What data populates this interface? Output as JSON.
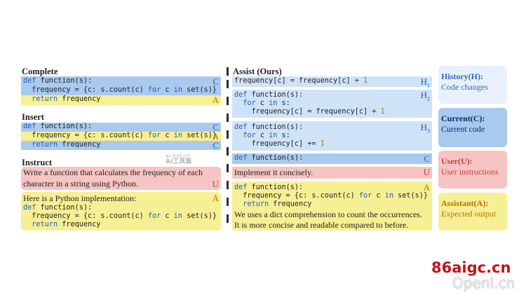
{
  "sections": {
    "complete": "Complete",
    "insert": "Insert",
    "instruct": "Instruct",
    "assist": "Assist (Ours)"
  },
  "complete": {
    "c_code_1": "def function(s):",
    "c_code_2": "  frequency = {c: s.count(c) for c in set(s)}",
    "c_tag": "C",
    "a_code": "  return frequency",
    "a_tag": "A"
  },
  "insert": {
    "c_code_1": "def function(s):",
    "c_tag_1": "C",
    "a_code": "  frequency = {c: s.count(c) for c in set(s)}",
    "a_tag": "A",
    "c_code_2": "  return frequency",
    "c_tag_2": "C"
  },
  "instruct": {
    "user_text": "Write a function that calculates the frequency of each character in a string using Python.",
    "u_tag": "U",
    "assistant_line": "Here is a Python implementation:",
    "a_tag": "A",
    "a_code_1": "def function(s):",
    "a_code_2": "  frequency = {c: s.count(c) for c in set(s)}",
    "a_code_3": "  return frequency"
  },
  "assist": {
    "h1_code": "frequency[c] = frequency[c] + 1",
    "h1_tag": "H",
    "h1_sub": "1",
    "h2_code_1": "def function(s):",
    "h2_code_2": "  for c in s:",
    "h2_code_3": "    frequency[c] = frequency[c] + 1",
    "h2_tag": "H",
    "h2_sub": "2",
    "h3_code_1": "def function(s):",
    "h3_code_2": "  for c in s:",
    "h3_code_3": "    frequency[c] += 1",
    "h3_tag": "H",
    "h3_sub": "3",
    "c_code": "def function(s):",
    "c_tag": "C",
    "u_text": "Implement it concisely.",
    "u_tag": "U",
    "a_code_1": "def function(s):",
    "a_code_2": "  frequency = {c: s.count(c) for c in set(s)}",
    "a_code_3": "  return frequency",
    "a_text_1": "We uses a dict comprehension to count the occurrences.",
    "a_text_2": "It is more concise and readable compared to before.",
    "a_tag": "A"
  },
  "legend": {
    "history_title": "History(H):",
    "history_desc": "Code changes",
    "current_title": "Current(C):",
    "current_desc": "Current code",
    "user_title": "User(U):",
    "user_desc": "User instructions",
    "assistant_title": "Assistant(A):",
    "assistant_desc": "Expected output"
  },
  "watermarks": {
    "site1": "86aigc.cn",
    "site2": "OpenI.cn",
    "small_1": "ai-bot.cn",
    "small_2": "AI工具集"
  },
  "colors": {
    "current": "#a9c9ef",
    "history": "#cfe3f8",
    "user": "#f6c4c3",
    "assistant": "#f7ef93",
    "tag_blue": "#1b5fb8",
    "tag_red": "#d23a3a",
    "tag_orange": "#b57200"
  }
}
